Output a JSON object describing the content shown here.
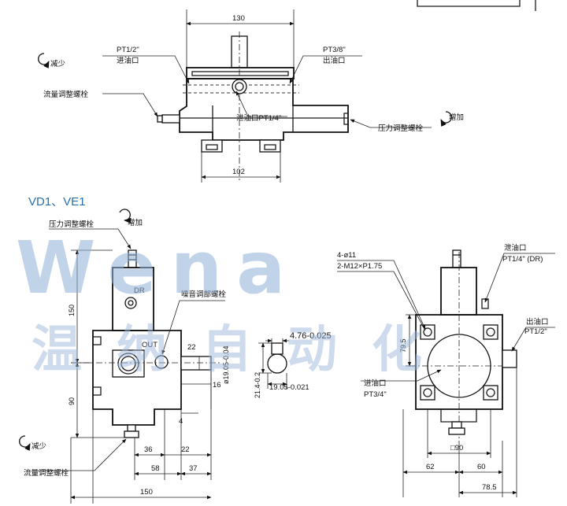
{
  "model_title": "VD1、VE1",
  "top_view": {
    "dim_width": "130",
    "dim_base": "102",
    "inlet_thread": "PT1/2\"",
    "inlet_label": "进油口",
    "outlet_thread": "PT3/8\"",
    "outlet_label": "出油口",
    "flow_screw_label": "流量调整螺栓",
    "drain_label": "泄油口PT1/4\"",
    "pressure_screw_label": "压力调整螺栓",
    "decrease_label": "减少",
    "increase_label": "增加"
  },
  "side_view": {
    "pressure_screw_label": "压力调整螺栓",
    "increase_label": "增加",
    "dr_label": "DR",
    "noise_screw_label": "噪音调部螺栓",
    "out_label": "OUT",
    "dim_height_upper": "150",
    "dim_height_lower": "90",
    "shaft_dia": "ø19.05-0.04",
    "dim_16": "16",
    "dim_22_angle": "22",
    "dim_4": "4",
    "dim_36": "36",
    "dim_22": "22",
    "dim_58": "58",
    "dim_37": "37",
    "dim_length": "150",
    "decrease_label": "减少",
    "flow_screw_label": "流量调整螺栓"
  },
  "keyway": {
    "key_width": "4.76-0.025",
    "key_height": "21.4-0.2",
    "key_depth": "19.05-0.021"
  },
  "front_view": {
    "bolt_holes": "4-ø11",
    "bolt_thread": "2-M12×P1.75",
    "drain_label": "泄油口",
    "drain_thread": "PT1/4\" (DR)",
    "outlet_label": "出油口",
    "outlet_thread": "PT1/2\"",
    "inlet_label": "进油口",
    "inlet_thread": "PT3/4\"",
    "dim_height": "79.5",
    "dim_square": "□90",
    "dim_62": "62",
    "dim_60": "60",
    "dim_78_5": "78.5"
  },
  "watermark": {
    "brand": "Wena",
    "company": "温纳自动化"
  }
}
